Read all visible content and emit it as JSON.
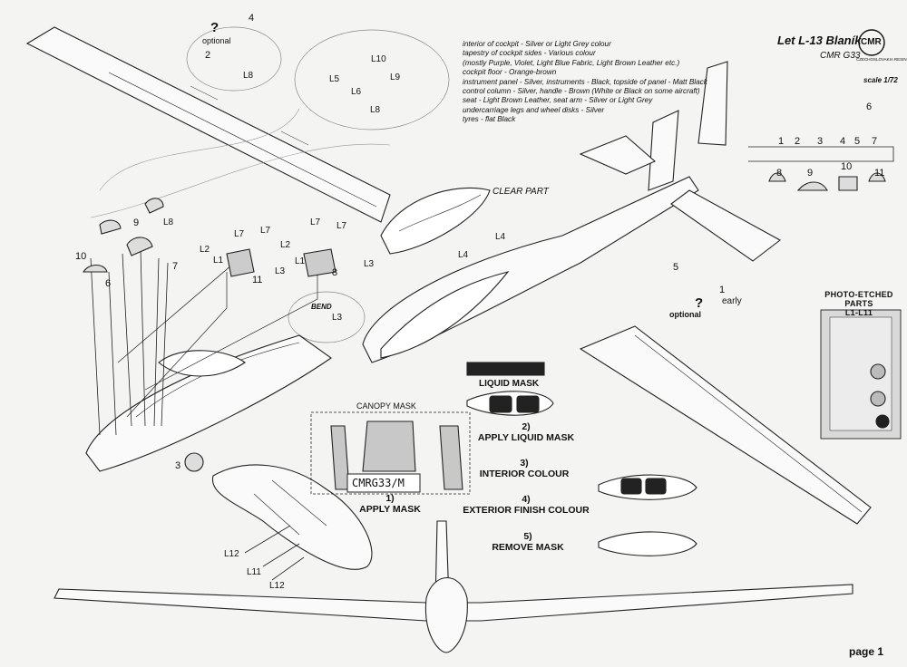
{
  "header": {
    "title": "Let L-13 Blaník",
    "code": "CMR G33",
    "brand_logo": "CMR",
    "brand_sub": "CZECHOSLOVAKIA RESIN",
    "scale": "scale 1/72"
  },
  "color_notes": [
    "interior of cockpit - Silver or Light Grey colour",
    "tapestry of cockpit sides - Various colour",
    "(mostly Purple, Violet, Light Blue Fabric, Light Brown Leather etc.)",
    "cockpit floor - Orange-brown",
    "instrument panel - Silver, instruments - Black, topside of panel - Matt Black",
    "control column - Silver, handle - Brown (White or Black on some aircraft)",
    "seat - Light Brown Leather, seat arm - Silver or Light Grey",
    "undercarriage legs and wheel disks - Silver",
    "tyres - flat Black"
  ],
  "labels": {
    "optional_top": "optional",
    "optional_right": "optional",
    "question": "?",
    "early": "early",
    "clear_part": "CLEAR PART",
    "bend": "BEND",
    "canopy_mask": "CANOPY MASK",
    "mask_code": "CMRG33/M",
    "liquid_mask": "LIQUID MASK",
    "pe_title_1": "PHOTO-ETCHED PARTS",
    "pe_title_2": "L1-L11",
    "page": "page 1"
  },
  "steps": [
    {
      "n": "1)",
      "text": "APPLY MASK"
    },
    {
      "n": "2)",
      "text": "APPLY LIQUID MASK"
    },
    {
      "n": "3)",
      "text": "INTERIOR COLOUR"
    },
    {
      "n": "4)",
      "text": "EXTERIOR FINISH COLOUR"
    },
    {
      "n": "5)",
      "text": "REMOVE MASK"
    }
  ],
  "part_numbers": {
    "p1": "1",
    "p2": "2",
    "p3": "3",
    "p4": "4",
    "p5": "5",
    "p6": "6",
    "p7": "7",
    "p8": "8",
    "p9": "9",
    "p10": "10",
    "p11": "11",
    "L1": "L1",
    "L2": "L2",
    "L3": "L3",
    "L4": "L4",
    "L5": "L5",
    "L6": "L6",
    "L7": "L7",
    "L8": "L8",
    "L9": "L9",
    "L10": "L10",
    "L11": "L11",
    "L12": "L12"
  },
  "parts_key": [
    "1",
    "2",
    "3",
    "4",
    "5",
    "6",
    "7",
    "8",
    "9",
    "10",
    "11"
  ]
}
